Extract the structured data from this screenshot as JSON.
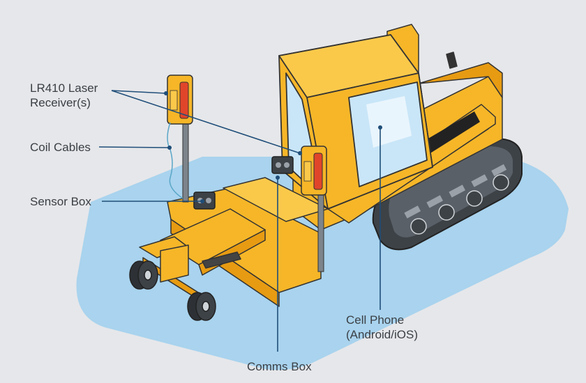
{
  "labels": {
    "laser_receiver": {
      "line1": "LR410 Laser",
      "line2": "Receiver(s)"
    },
    "coil_cables": "Coil Cables",
    "sensor_box": "Sensor Box",
    "cell_phone": {
      "line1": "Cell Phone",
      "line2": "(Android/iOS)"
    },
    "comms_box": "Comms Box"
  },
  "colors": {
    "background": "#e6e7ea",
    "ground": "#a9d3ee",
    "machine_yellow": "#f6b628",
    "machine_shade": "#e79b12",
    "outline": "#333333",
    "track": "#3d4247",
    "window": "#c9e6f8",
    "receiver_red": "#e0452a",
    "leader_line": "#1f4e79"
  }
}
